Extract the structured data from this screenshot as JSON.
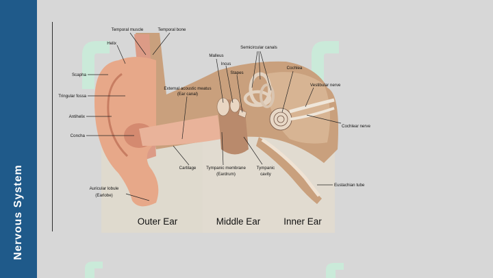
{
  "sidebar": {
    "title": "Nervous  System"
  },
  "diagram": {
    "regions": [
      "Outer Ear",
      "Middle Ear",
      "Inner Ear"
    ],
    "labels": {
      "temporal_muscle": "Temporal muscle",
      "temporal_bone": "Temporal bone",
      "helix": "Helix",
      "scapha": "Scapha",
      "triangular_fossa": "Tringular fossa",
      "antihelix": "Antihelix",
      "concha": "Concha",
      "auricular_lobule": "Auricular lobule",
      "earlobe": "(Earlobe)",
      "external_meatus": "External acoustic meatus",
      "ear_canal": "(Ear canal)",
      "malleus": "Malleus",
      "incus": "Incus",
      "stapes": "Stapes",
      "semicircular_canals": "Semicircular canals",
      "cochlea": "Cochlea",
      "vestibular_nerve": "Vestibular nerve",
      "cochlear_nerve": "Cochlear nerve",
      "cartilage": "Cartilage",
      "tympanic_membrane": "Tympanic membrane",
      "eardrum": "(Eardrum)",
      "tympanic_cavity_1": "Tympanic",
      "tympanic_cavity_2": "cavity",
      "eustachian_tube": "Eustachian tube"
    }
  },
  "colors": {
    "sidebar": "#1f5a8a",
    "skin": "#e7a889",
    "bone": "#caa27e",
    "watermark": "#c7efd9"
  }
}
